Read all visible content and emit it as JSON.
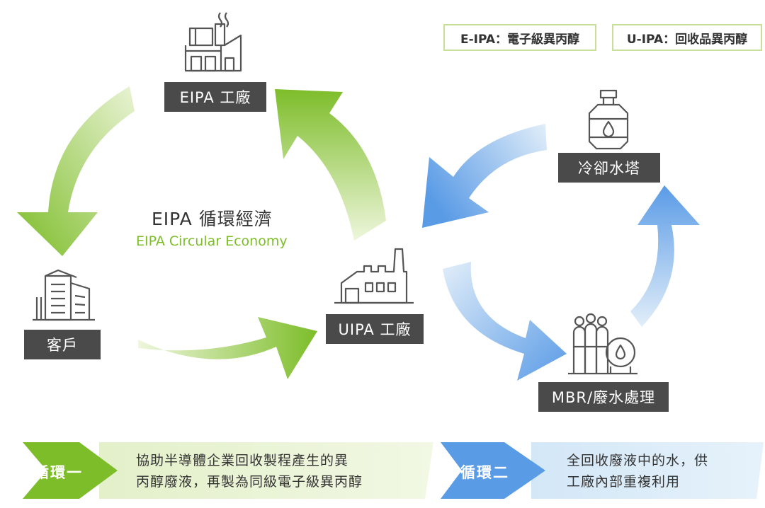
{
  "legend": {
    "eipa": "E-IPA：電子級異丙醇",
    "uipa": "U-IPA：回收品異丙醇"
  },
  "nodes": {
    "eipa_factory": "EIPA 工廠",
    "customer": "客戶",
    "uipa_factory": "UIPA 工廠",
    "cooling_tower": "冷卻水塔",
    "mbr": "MBR/廢水處理"
  },
  "center": {
    "title": "EIPA 循環經濟",
    "subtitle": "EIPA Circular Economy"
  },
  "cycles": [
    {
      "tag": "循環一",
      "desc_line1": "協助半導體企業回收製程產生的異",
      "desc_line2": "丙醇廢液，再製為同級電子級異丙醇"
    },
    {
      "tag": "循環二",
      "desc_line1": "全回收廢液中的水，供",
      "desc_line2": "工廠內部重複利用"
    }
  ],
  "colors": {
    "green_dark": "#7dbd2a",
    "green_light": "#e7f2d2",
    "blue_dark": "#5a9be6",
    "blue_light": "#d7eaf8",
    "label_bg": "#4a4a4a",
    "icon_stroke": "#555555"
  }
}
